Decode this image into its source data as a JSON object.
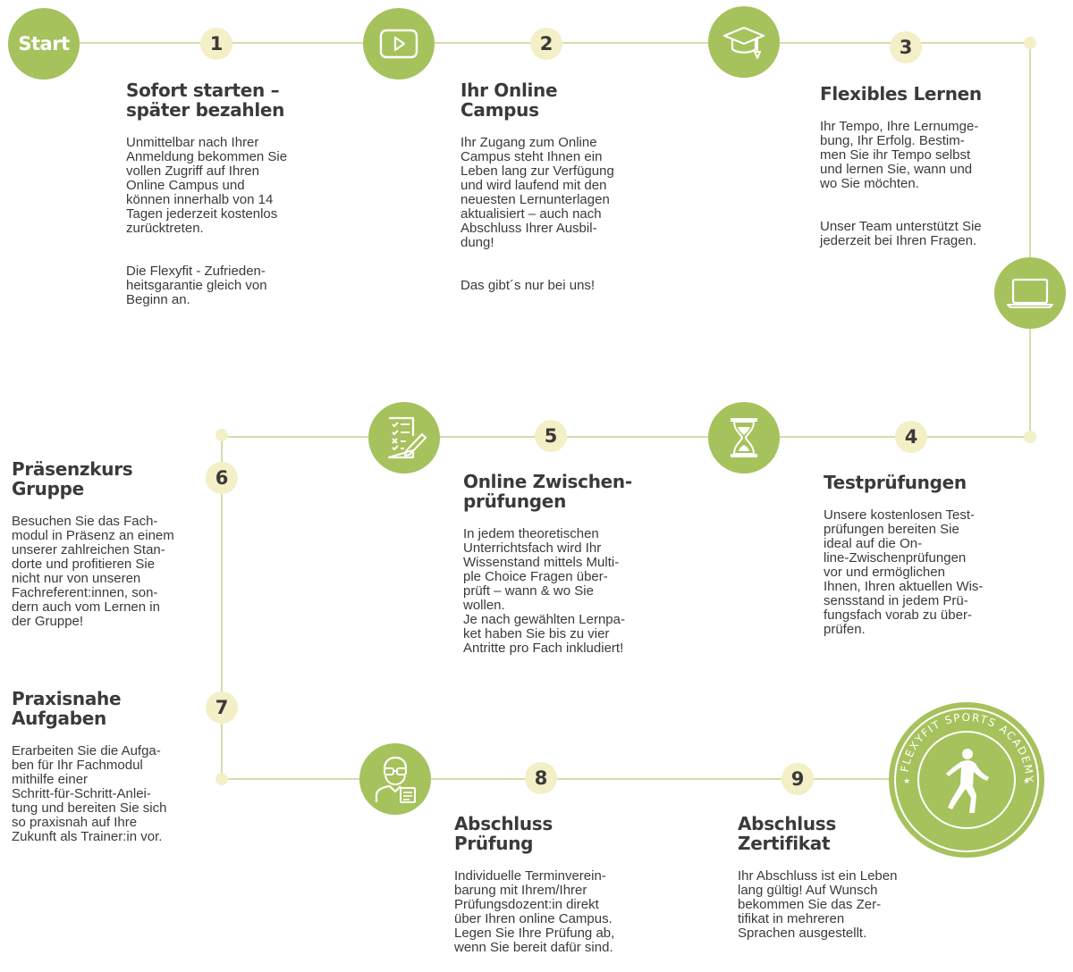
{
  "start": {
    "label": "Start"
  },
  "steps": [
    {
      "number": "1",
      "title": "Sofort starten –\nspäter bezahlen",
      "paragraphs": [
        "Unmittelbar nach Ihrer\nAnmeldung bekommen Sie\nvollen Zugriff auf Ihren\nOnline Campus und\nkönnen innerhalb von 14\nTagen jederzeit kostenlos\nzurücktreten.",
        "Die Flexyfit - Zufrieden-\nheitsgarantie gleich von\nBeginn an."
      ]
    },
    {
      "number": "2",
      "title": "Ihr Online\nCampus",
      "paragraphs": [
        "Ihr Zugang zum Online\nCampus steht Ihnen ein\nLeben lang zur Verfügung\nund wird laufend mit den\nneuesten Lernunterlagen\naktualisiert – auch nach\nAbschluss Ihrer Ausbil-\ndung!",
        "Das gibt´s nur bei uns!"
      ]
    },
    {
      "number": "3",
      "title": "Flexibles Lernen",
      "paragraphs": [
        "Ihr Tempo, Ihre Lernumge-\nbung, Ihr Erfolg. Bestim-\nmen Sie ihr Tempo selbst\nund lernen Sie, wann und\nwo Sie möchten.",
        "Unser Team unterstützt Sie\njederzeit bei Ihren Fragen."
      ]
    },
    {
      "number": "4",
      "title": "Testprüfungen",
      "paragraphs": [
        "Unsere kostenlosen Test-\nprüfungen bereiten Sie\nideal auf die On-\nline-Zwischenprüfungen\nvor und ermöglichen\nIhnen, Ihren aktuellen Wis-\nsensstand in jedem Prü-\nfungsfach vorab zu über-\nprüfen."
      ]
    },
    {
      "number": "5",
      "title": "Online Zwischen-\nprüfungen",
      "paragraphs": [
        "In jedem theoretischen\nUnterrichtsfach wird Ihr\nWissenstand mittels Multi-\nple Choice Fragen über-\nprüft – wann & wo Sie\nwollen.\nJe nach gewählten Lernpa-\nket haben Sie bis zu vier\nAntritte pro Fach inkludiert!"
      ]
    },
    {
      "number": "6",
      "title": "Präsenzkurs\nGruppe",
      "paragraphs": [
        "Besuchen Sie das Fach-\nmodul in Präsenz an einem\nunserer zahlreichen Stan-\ndorte und profitieren Sie\nnicht nur von unseren\nFachreferent:innen, son-\ndern auch vom Lernen in\nder Gruppe!"
      ]
    },
    {
      "number": "7",
      "title": "Praxisnahe\nAufgaben",
      "paragraphs": [
        "Erarbeiten Sie die Aufga-\nben für Ihr Fachmodul\nmithilfe einer\nSchritt-für-Schritt-Anlei-\ntung und bereiten Sie sich\nso praxisnah auf Ihre\nZukunft als Trainer:in vor."
      ]
    },
    {
      "number": "8",
      "title": "Abschluss\nPrüfung",
      "paragraphs": [
        "Individuelle Terminverein-\nbarung mit Ihrem/Ihrer\nPrüfungsdozent:in direkt\nüber Ihren online Campus.\nLegen Sie Ihre Prüfung ab,\nwenn Sie bereit dafür sind."
      ]
    },
    {
      "number": "9",
      "title": "Abschluss\nZertifikat",
      "paragraphs": [
        "Ihr Abschluss ist ein Leben\nlang gültig! Auf Wunsch\nbekommen Sie das Zer-\ntifikat in mehreren\nSprachen ausgestellt."
      ]
    }
  ],
  "seal": {
    "text": "FLEXYFIT SPORTS ACADEMY"
  },
  "colors": {
    "accent_green": "#a5c25c",
    "number_bg": "#f3efc6",
    "line": "#d8dcae",
    "text": "#3a3a3a"
  },
  "icons": [
    "play-video-icon",
    "graduation-cap-icon",
    "laptop-icon",
    "hourglass-icon",
    "checklist-icon",
    "person-with-clipboard-icon",
    "academy-seal-icon"
  ]
}
